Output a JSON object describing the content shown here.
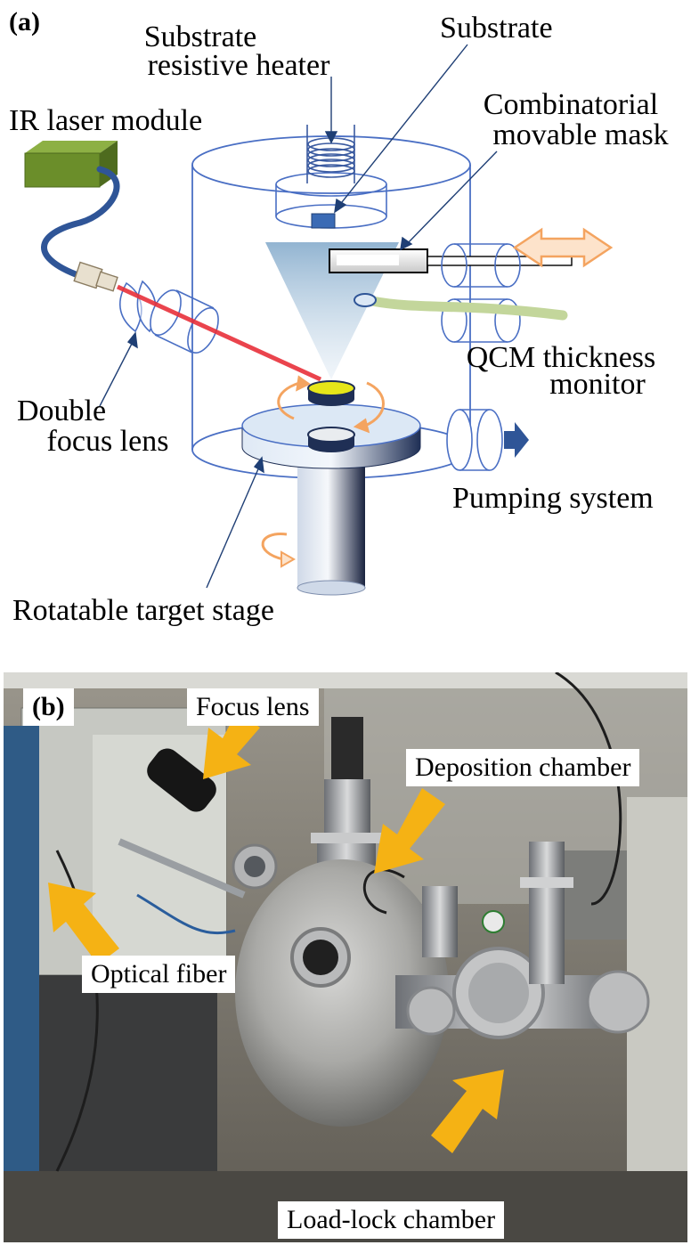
{
  "panel_a": {
    "tag": "(a)",
    "labels": {
      "substrate_heater_line1": "Substrate",
      "substrate_heater_line2": "resistive heater",
      "substrate": "Substrate",
      "ir_laser": "IR laser module",
      "mask_line1": "Combinatorial",
      "mask_line2": "movable mask",
      "qcm_line1": "QCM thickness",
      "qcm_line2": "monitor",
      "lens_line1": "Double",
      "lens_line2": "focus lens",
      "pumping": "Pumping system",
      "target_stage": "Rotatable target stage"
    },
    "colors": {
      "chamber_line": "#4a6fc4",
      "laser_beam": "#e8303a",
      "laser_module": "#6b8e2a",
      "fiber": "#2f5597",
      "arrow": "#f4a460",
      "target_yellow": "#e6e619",
      "plume": "#7fa7c9"
    }
  },
  "panel_b": {
    "tag": "(b)",
    "labels": {
      "focus_lens": "Focus lens",
      "deposition_chamber": "Deposition chamber",
      "optical_fiber": "Optical fiber",
      "load_lock": "Load-lock chamber"
    },
    "colors": {
      "arrow": "#f5b214"
    }
  }
}
